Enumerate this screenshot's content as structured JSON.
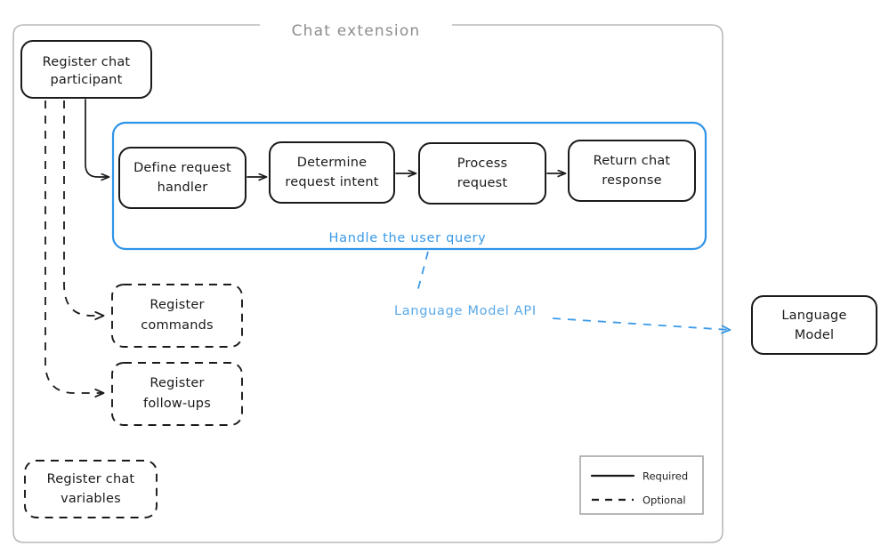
{
  "diagram": {
    "container": {
      "title": "Chat extension",
      "title_color": "#8d8d8d"
    },
    "accent_color": "#2f93e8",
    "nodes": {
      "register_participant": "Register chat\nparticipant",
      "register_participant_line1": "Register chat",
      "register_participant_line2": "participant",
      "register_commands_line1": "Register",
      "register_commands_line2": "commands",
      "register_followups_line1": "Register",
      "register_followups_line2": "follow-ups",
      "register_variables_line1": "Register chat",
      "register_variables_line2": "variables",
      "language_model_line1": "Language",
      "language_model_line2": "Model"
    },
    "pipeline": {
      "group_label": "Handle the user query",
      "steps": [
        {
          "line1": "Define request",
          "line2": "handler"
        },
        {
          "line1": "Determine",
          "line2": "request intent"
        },
        {
          "line1": "Process",
          "line2": "request"
        },
        {
          "line1": "Return chat",
          "line2": "response"
        }
      ]
    },
    "api_label": "Language Model API",
    "legend": {
      "items": [
        {
          "label": "Required",
          "style": "solid"
        },
        {
          "label": "Optional",
          "style": "dashed"
        }
      ]
    }
  }
}
